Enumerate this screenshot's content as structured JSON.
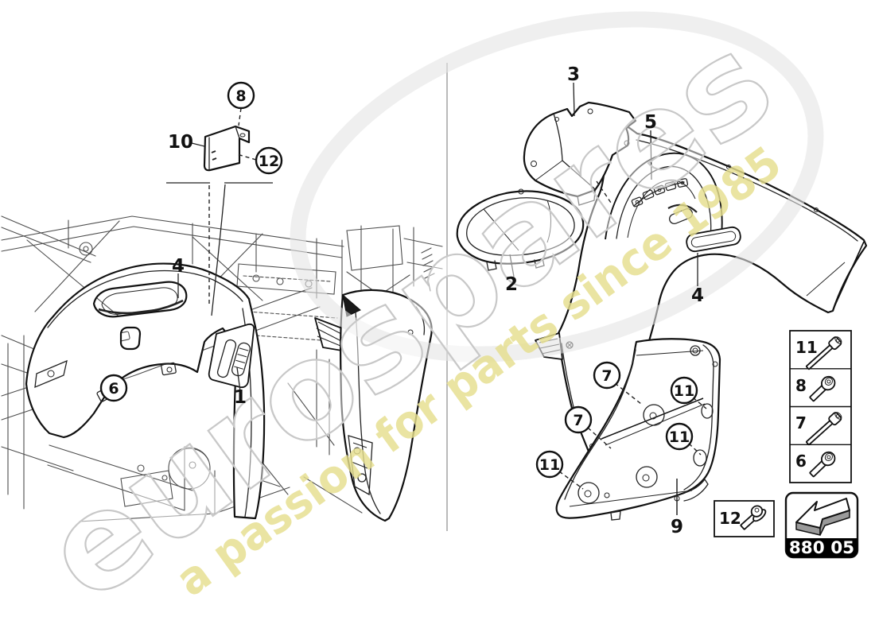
{
  "watermark": {
    "brand": "eurospares",
    "tagline": "a passion for parts since 1985",
    "brand_color": "#c8c8c8",
    "tagline_color": "#e6df8e"
  },
  "callouts": {
    "circles": [
      {
        "label": "8"
      },
      {
        "label": "12"
      },
      {
        "label": "6"
      },
      {
        "label": "7"
      },
      {
        "label": "7"
      },
      {
        "label": "11"
      },
      {
        "label": "11"
      },
      {
        "label": "11"
      }
    ],
    "plain": [
      {
        "label": "10"
      },
      {
        "label": "4"
      },
      {
        "label": "1"
      },
      {
        "label": "3"
      },
      {
        "label": "5"
      },
      {
        "label": "2"
      },
      {
        "label": "4"
      },
      {
        "label": "9"
      }
    ]
  },
  "legend": {
    "rows": [
      {
        "label": "11",
        "icon": "socket-bolt-long"
      },
      {
        "label": "8",
        "icon": "torx-pan-screw"
      },
      {
        "label": "7",
        "icon": "socket-bolt-long"
      },
      {
        "label": "6",
        "icon": "torx-pan-screw"
      }
    ],
    "extra": {
      "label": "12",
      "icon": "flanged-torx-screw"
    },
    "section_code": "880 05"
  },
  "colors": {
    "line": "#111111",
    "thin_line": "#4d4d4d",
    "code_bg": "#000000",
    "code_text": "#ffffff",
    "arrow_gray": "#9a9a9a"
  }
}
